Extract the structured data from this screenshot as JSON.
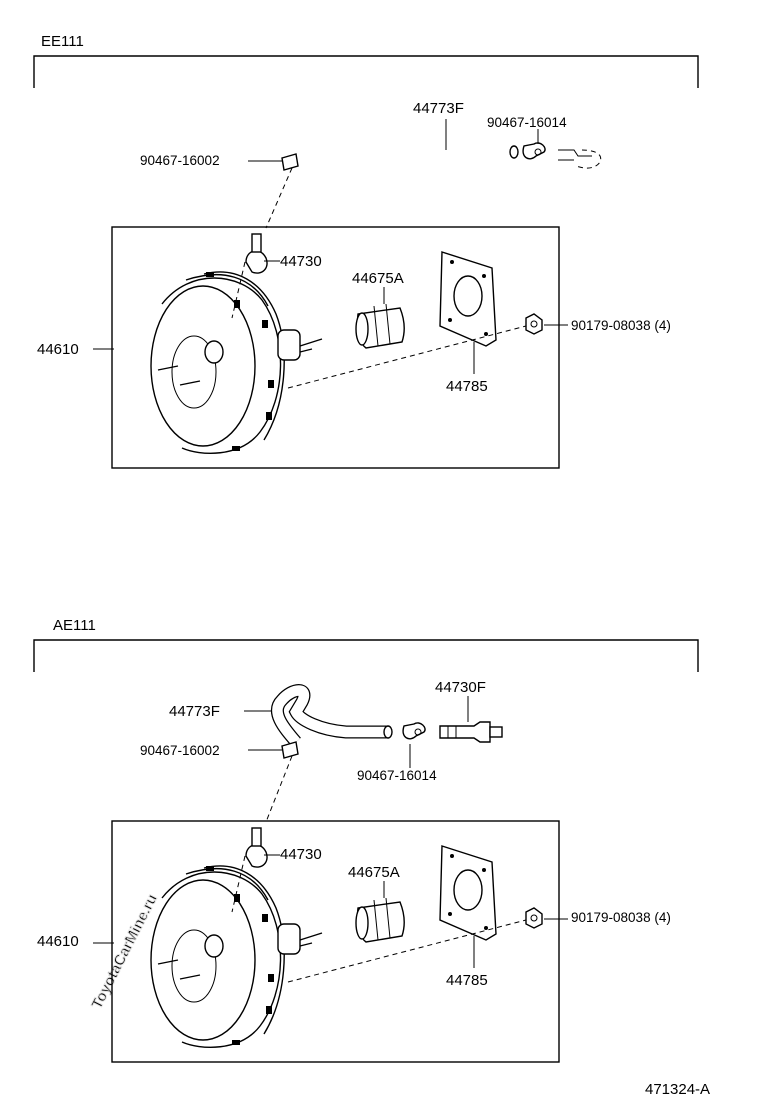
{
  "watermark": "ToyotaCarMine.ru",
  "diagram_id": "471324-A",
  "sections": [
    {
      "model": "EE111",
      "labels": {
        "hose": "44773F",
        "clamp_top": "90467-16014",
        "clip": "90467-16002",
        "check_valve": "44730",
        "booster": "44610",
        "boot": "44675A",
        "gasket": "44785",
        "nut": "90179-08038 (4)"
      }
    },
    {
      "model": "AE111",
      "labels": {
        "hose": "44773F",
        "union": "44730F",
        "clip": "90467-16002",
        "clamp_bottom": "90467-16014",
        "check_valve": "44730",
        "booster": "44610",
        "boot": "44675A",
        "gasket": "44785",
        "nut": "90179-08038 (4)"
      }
    }
  ]
}
